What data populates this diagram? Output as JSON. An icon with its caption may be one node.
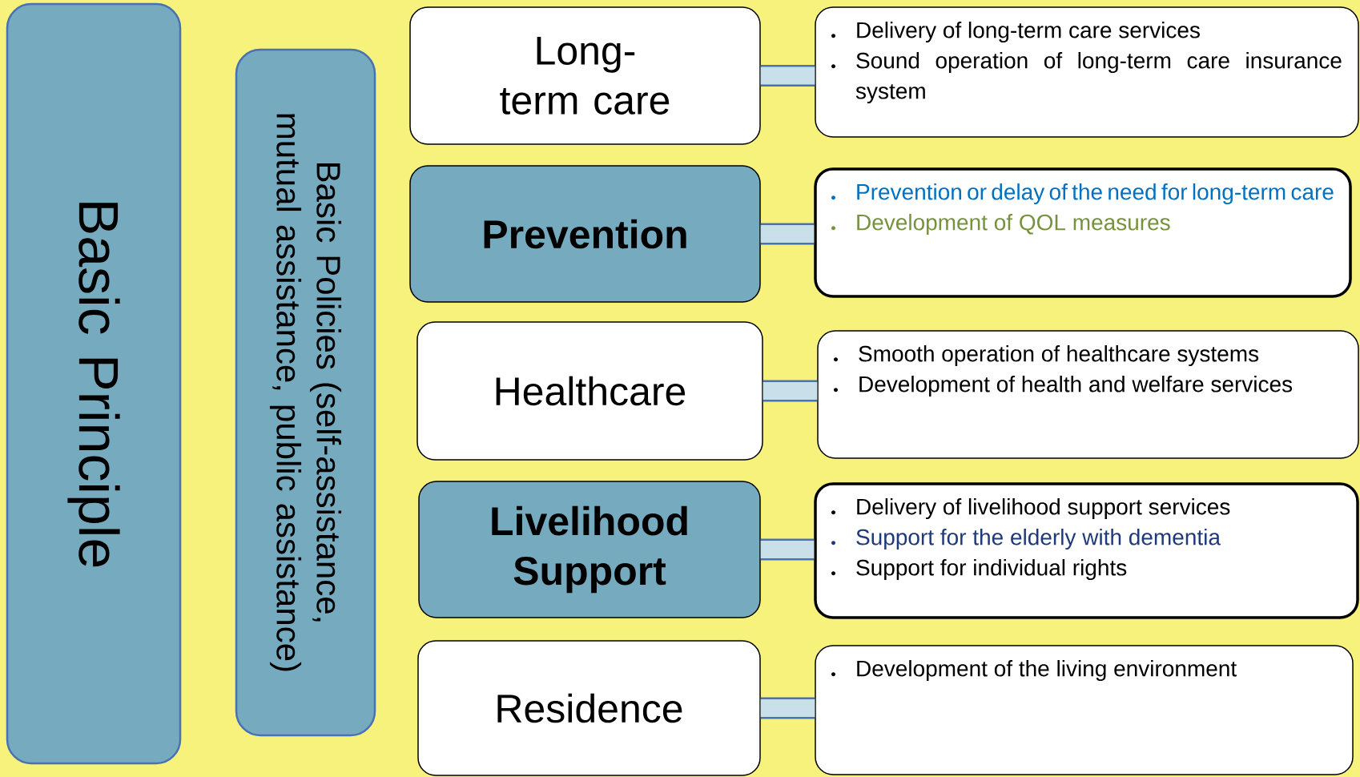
{
  "diagram": {
    "nodes": [
      {
        "text": [
          "Basic Principle"
        ]
      },
      {
        "text": [
          "Basic Policies (self-assistance, mutual assistance, public assistance)"
        ]
      },
      {
        "text": [
          "Long-term care"
        ]
      },
      {
        "text": [
          "Prevention"
        ]
      },
      {
        "text": [
          "Healthcare"
        ]
      },
      {
        "text": [
          "Livelihood Support"
        ]
      },
      {
        "text": [
          "Residence"
        ]
      },
      {
        "text": [
          "Delivery of long-term care services",
          "Sound operation of long-term care insurance system"
        ]
      },
      {
        "text": [
          "Prevention or delay of the need for long-term care",
          "Development of QOL measures"
        ]
      },
      {
        "text": [
          "Smooth operation of healthcare systems",
          "Development of health and welfare services"
        ]
      },
      {
        "text": [
          "Delivery of livelihood support services",
          "Support for the elderly with dementia",
          "Support for individual rights"
        ]
      },
      {
        "text": [
          "Development of the living environment"
        ]
      }
    ],
    "edges": [
      {
        "from": 2,
        "to": 7,
        "arrow": "none"
      },
      {
        "from": 3,
        "to": 8,
        "arrow": "none"
      },
      {
        "from": 4,
        "to": 9,
        "arrow": "none"
      },
      {
        "from": 5,
        "to": 10,
        "arrow": "none"
      },
      {
        "from": 6,
        "to": 11,
        "arrow": "none"
      }
    ]
  }
}
